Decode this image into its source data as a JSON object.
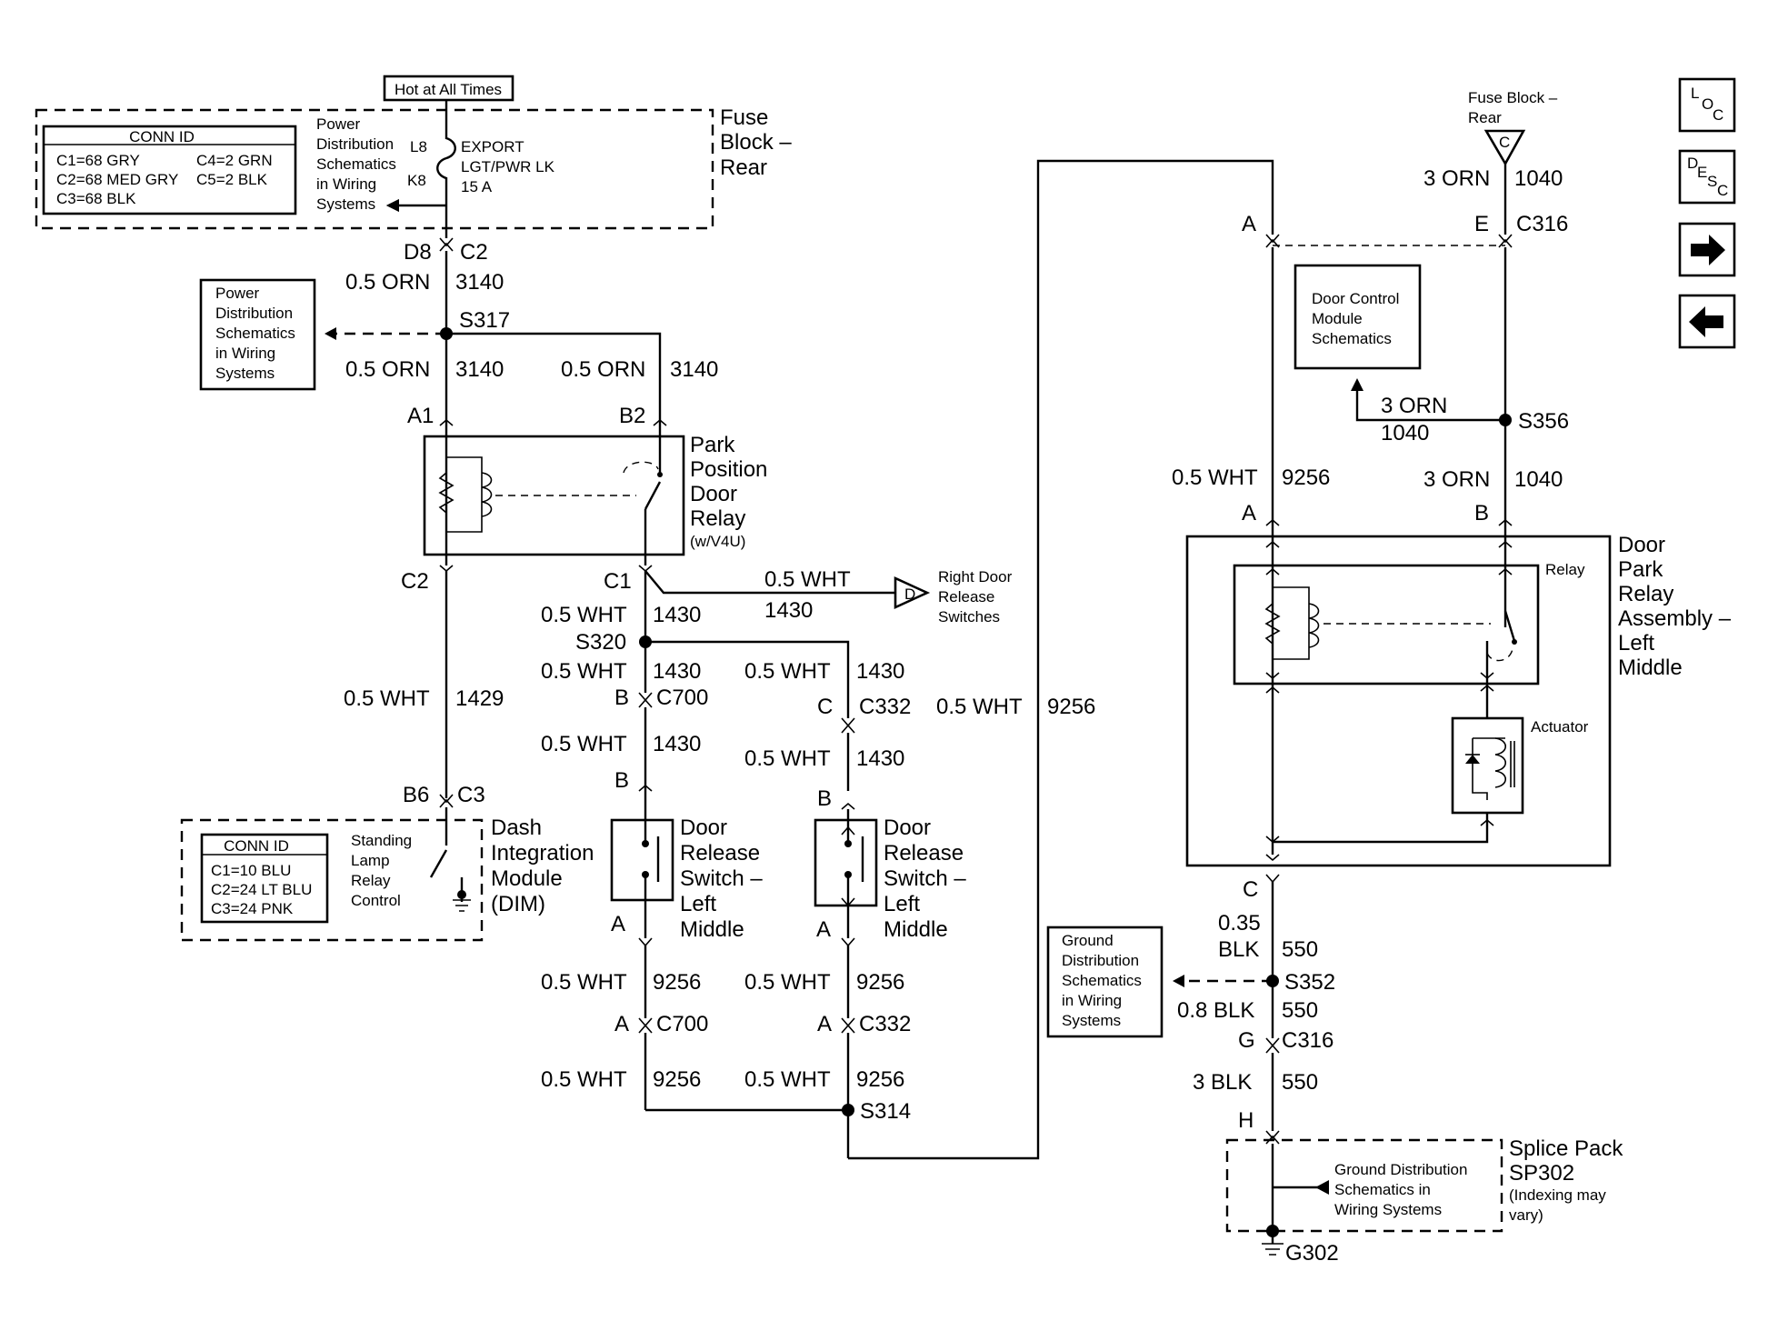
{
  "fuse_block": {
    "hot_label": "Hot at All Times",
    "title_lines": [
      "Fuse",
      "Block –",
      "Rear"
    ],
    "conn_id": {
      "title": "CONN ID",
      "rows": [
        "C1=68 GRY",
        "C2=68 MED GRY",
        "C3=68 BLK"
      ],
      "rows_right": [
        "C4=2 GRN",
        "C5=2 BLK"
      ]
    },
    "ref_lines": [
      "Power",
      "Distribution",
      "Schematics",
      "in Wiring",
      "Systems"
    ],
    "pin_top": "L8",
    "pin_bottom": "K8",
    "fuse_lines": [
      "EXPORT",
      "LGT/PWR LK",
      "15 A"
    ],
    "conn_left": "D8",
    "conn_right": "C2"
  },
  "wire_3140": {
    "gauge": "0.5 ORN",
    "circuit": "3140"
  },
  "power_ref": {
    "lines": [
      "Power",
      "Distribution",
      "Schematics",
      "in Wiring",
      "Systems"
    ]
  },
  "splices": {
    "s317": "S317",
    "s320": "S320",
    "s314": "S314",
    "s356": "S356",
    "s352": "S352"
  },
  "park_relay": {
    "pin_a1": "A1",
    "pin_b2": "B2",
    "pin_c2": "C2",
    "pin_c1": "C1",
    "title_lines": [
      "Park",
      "Position",
      "Door",
      "Relay"
    ],
    "note": "(w/V4U)"
  },
  "right_door": {
    "gauge": "0.5 WHT",
    "circuit": "1430",
    "connector": "D",
    "lines": [
      "Right Door",
      "Release",
      "Switches"
    ]
  },
  "wires": {
    "w1430_gauge": "0.5 WHT",
    "w1430_circuit": "1430",
    "w1429_gauge": "0.5 WHT",
    "w1429_circuit": "1429",
    "w9256_gauge": "0.5 WHT",
    "w9256_circuit": "9256",
    "w1040_gauge": "3 ORN",
    "w1040_circuit": "1040",
    "w550_gauge_a": "0.35",
    "w550_gauge_b": "BLK",
    "w550_circuit": "550",
    "w550_gauge_c": "0.8 BLK",
    "w550_gauge_d": "3 BLK"
  },
  "connectors": {
    "b": "B",
    "c": "C",
    "a": "A",
    "c700": "C700",
    "c332": "C332",
    "b6": "B6",
    "c3": "C3",
    "e": "E",
    "c316": "C316",
    "g": "G",
    "h": "H"
  },
  "dim": {
    "conn_id_title": "CONN ID",
    "conn_rows": [
      "C1=10 BLU",
      "C2=24 LT BLU",
      "C3=24 PNK"
    ],
    "control_lines": [
      "Standing",
      "Lamp",
      "Relay",
      "Control"
    ],
    "title_lines": [
      "Dash",
      "Integration",
      "Module",
      "(DIM)"
    ]
  },
  "switch_lm": {
    "title_lines": [
      "Door",
      "Release",
      "Switch –",
      "Left",
      "Middle"
    ]
  },
  "fuse_rear_ref": {
    "lines": [
      "Fuse Block –",
      "Rear"
    ],
    "connector": "C"
  },
  "dcm_ref": {
    "lines": [
      "Door Control",
      "Module",
      "Schematics"
    ]
  },
  "door_park_relay": {
    "title_lines": [
      "Door",
      "Park",
      "Relay",
      "Assembly –",
      "Left",
      "Middle"
    ],
    "relay_label": "Relay",
    "actuator_label": "Actuator"
  },
  "ground_ref": {
    "lines": [
      "Ground",
      "Distribution",
      "Schematics",
      "in Wiring",
      "Systems"
    ]
  },
  "splice_pack": {
    "title_lines": [
      "Splice Pack",
      "SP302"
    ],
    "note_lines": [
      "(Indexing may",
      "vary)"
    ],
    "ref_lines": [
      "Ground Distribution",
      "Schematics in",
      "Wiring Systems"
    ],
    "ground": "G302"
  },
  "nav": {
    "loc": [
      "L",
      "O",
      "C"
    ],
    "desc": [
      "D",
      "E",
      "S",
      "C"
    ]
  }
}
